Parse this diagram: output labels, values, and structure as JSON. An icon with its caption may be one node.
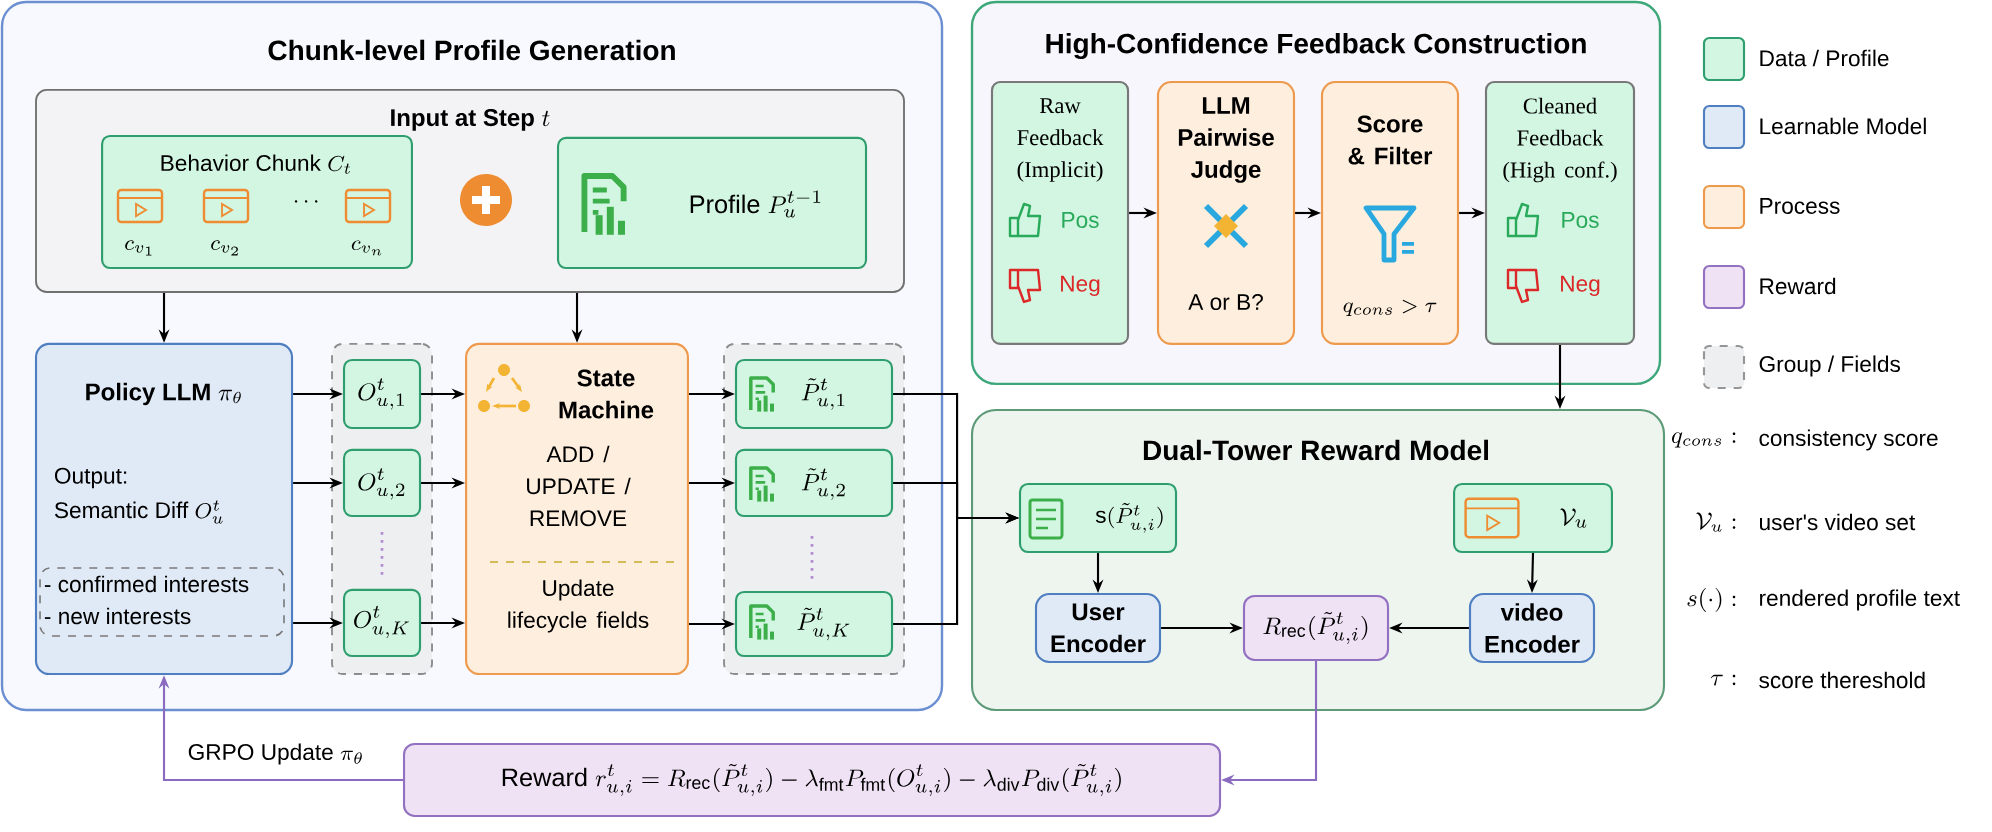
{
  "diagram": {
    "nodes": [
      {
        "text": [
          "Chunk-level Profile Generation"
        ]
      },
      {
        "text": [
          "\\textbf{Input at Step }t"
        ],
        "in": 0
      },
      {
        "text": [
          "\\mathrm{Behavior\\ Chunk}\\ C_t",
          "c_{v_1}",
          "c_{v_2}",
          "\\cdots",
          "c_{v_n}"
        ],
        "in": 1
      },
      {
        "text": [
          "\\text{Profile }P_u^{t-1}"
        ],
        "in": 1
      },
      {
        "text": [
          "\\textbf{Policy LLM }\\pi_\\theta",
          "Output:",
          "\\text{Semantic Diff }O_u^t"
        ],
        "in": 0
      },
      {
        "text": [
          "- confirmed interests",
          "- new interests"
        ],
        "in": 4
      },
      {
        "text": [],
        "shape": "box",
        "in": 0
      },
      {
        "text": [
          "O_{u,1}^t"
        ],
        "in": 6
      },
      {
        "text": [
          "O_{u,2}^t"
        ],
        "in": 6
      },
      {
        "text": [
          "O_{u,K}^t"
        ],
        "in": 6
      },
      {
        "text": [
          "State Machine",
          "ADD / UPDATE / REMOVE",
          "Update lifecycle fields"
        ],
        "in": 0
      },
      {
        "text": [],
        "shape": "box",
        "in": 0
      },
      {
        "text": [
          "\\tilde{P}_{u,1}^t"
        ],
        "in": 11
      },
      {
        "text": [
          "\\tilde{P}_{u,2}^t"
        ],
        "in": 11
      },
      {
        "text": [
          "\\tilde{P}_{u,K}^t"
        ],
        "in": 11
      },
      {
        "text": [
          "High-Confidence Feedback Construction"
        ]
      },
      {
        "text": [
          "Raw Feedback (Implicit)",
          "Pos",
          "Neg"
        ],
        "in": 15
      },
      {
        "text": [
          "LLM Pairwise Judge",
          "A or B?"
        ],
        "in": 15
      },
      {
        "text": [
          "Score & Filter",
          "q_{cons} > \\tau"
        ],
        "in": 15
      },
      {
        "text": [
          "Cleaned Feedback (High conf.)",
          "Pos",
          "Neg"
        ],
        "in": 15
      },
      {
        "text": [
          "Dual-Tower Reward Model"
        ]
      },
      {
        "text": [
          "\\text{s}(\\tilde{P}_{u,i}^t)"
        ],
        "in": 20
      },
      {
        "text": [
          "\\mathcal{V}_u"
        ],
        "in": 20
      },
      {
        "text": [
          "User Encoder"
        ],
        "in": 20
      },
      {
        "text": [
          "R_{\\mathrm{rec}}(\\tilde{P}_{u,i}^t)"
        ],
        "in": 20
      },
      {
        "text": [
          "video Encoder"
        ],
        "in": 20
      },
      {
        "text": [
          "\\text{Reward }r_{u,i}^t = R_{\\mathrm{rec}}(\\tilde{P}_{u,i}^t) - \\lambda_{\\mathrm{fmt}}P_{\\mathrm{fmt}}(O_{u,i}^t) - \\lambda_{\\mathrm{div}}P_{\\mathrm{div}}(\\tilde{P}_{u,i}^t)"
        ]
      }
    ],
    "edges": [
      {
        "from": 1,
        "to": 4,
        "arrow": "to"
      },
      {
        "from": 1,
        "to": 10,
        "arrow": "to"
      },
      {
        "from": 4,
        "to": 7,
        "arrow": "to"
      },
      {
        "from": 4,
        "to": 8,
        "arrow": "to"
      },
      {
        "from": 4,
        "to": 9,
        "arrow": "to"
      },
      {
        "from": 7,
        "to": 10,
        "arrow": "to"
      },
      {
        "from": 8,
        "to": 10,
        "arrow": "to"
      },
      {
        "from": 9,
        "to": 10,
        "arrow": "to"
      },
      {
        "from": 10,
        "to": 12,
        "arrow": "to"
      },
      {
        "from": 10,
        "to": 13,
        "arrow": "to"
      },
      {
        "from": 10,
        "to": 14,
        "arrow": "to"
      },
      {
        "from": 12,
        "to": 21,
        "arrow": "to"
      },
      {
        "from": 13,
        "to": 21,
        "arrow": "to"
      },
      {
        "from": 14,
        "to": 21,
        "arrow": "to"
      },
      {
        "from": 16,
        "to": 17,
        "arrow": "to"
      },
      {
        "from": 17,
        "to": 18,
        "arrow": "to"
      },
      {
        "from": 18,
        "to": 19,
        "arrow": "to"
      },
      {
        "from": 19,
        "to": 20,
        "arrow": "to"
      },
      {
        "from": 21,
        "to": 23,
        "arrow": "to"
      },
      {
        "from": 22,
        "to": 25,
        "arrow": "to"
      },
      {
        "from": 23,
        "to": 24,
        "arrow": "to"
      },
      {
        "from": 25,
        "to": 24,
        "arrow": "to"
      },
      {
        "from": 24,
        "to": 26,
        "arrow": "to",
        "color": "#8a6bbf"
      },
      {
        "from": 26,
        "to": 4,
        "arrow": "to",
        "color": "#8a6bbf",
        "label": "\\text{GRPO Update }\\pi_\\theta"
      }
    ],
    "labels": [
      "q_{cons}:",
      "consistency score",
      "\\mathcal{V}_u:",
      "user's video set",
      "s(\\cdot):",
      "rendered profile text",
      "\\tau:",
      "score thereshold"
    ],
    "legend": [
      {
        "text": "Data / Profile",
        "color": "#d3f6e2"
      },
      {
        "text": "Learnable Model",
        "color": "#e0eaf6"
      },
      {
        "text": "Process",
        "color": "#fdeedd"
      },
      {
        "text": "Reward",
        "color": "#f0e2f5"
      },
      {
        "text": "Group / Fields",
        "color": "#eeeff1"
      }
    ]
  }
}
